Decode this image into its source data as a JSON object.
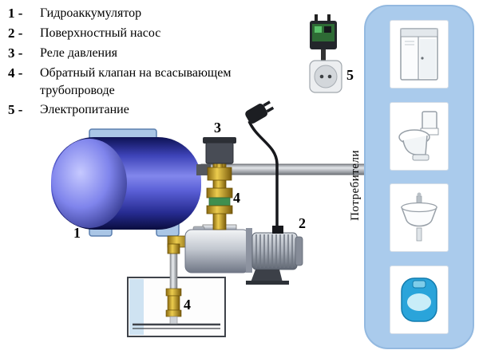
{
  "legend": {
    "items": [
      {
        "num": "1 -",
        "label": "Гидроаккумулятор"
      },
      {
        "num": "2 -",
        "label": "Поверхностный насос"
      },
      {
        "num": "3 -",
        "label": "Реле давления"
      },
      {
        "num": "4 -",
        "label": "Обратный клапан на всасывающем трубопроводе"
      },
      {
        "num": "5 -",
        "label": "Электропитание"
      }
    ]
  },
  "callouts": {
    "tank": "1",
    "pump": "2",
    "relay": "3",
    "check_valve_pipe": "4",
    "check_valve_suction": "4",
    "power": "5"
  },
  "consumers_label": "Потребители",
  "consumers": {
    "fixtures": [
      {
        "icon": "shower-cabin-icon"
      },
      {
        "icon": "toilet-icon"
      },
      {
        "icon": "washbasin-icon"
      },
      {
        "icon": "bidet-icon"
      }
    ]
  },
  "colors": {
    "panel_blue": "#aacbec",
    "tank_blue": "#5a5fd6",
    "brass": "#d4a920",
    "pipe_gray": "#c6cacf",
    "cable_black": "#17181c",
    "fixture_blue": "#2aa4da"
  }
}
